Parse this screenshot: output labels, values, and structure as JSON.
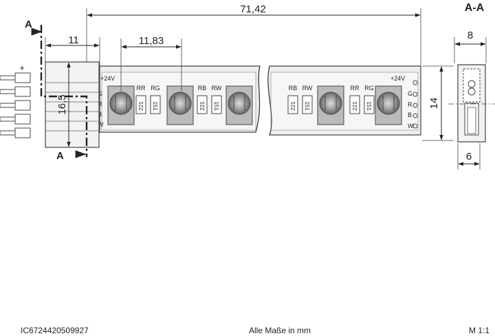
{
  "dimensions": {
    "total_length": "71,42",
    "connector_length": "11",
    "led_pitch": "11,83",
    "connector_height": "16,5",
    "strip_height": "14",
    "profile_width": "8",
    "profile_inner_width": "6"
  },
  "section": {
    "view_label": "A-A",
    "marker_label": "A"
  },
  "connector": {
    "polarity": "+"
  },
  "pads": {
    "left": [
      "G",
      "R",
      "B",
      "W"
    ],
    "right": [
      "G",
      "R",
      "B",
      "W"
    ],
    "voltage": "+24V"
  },
  "resistors": {
    "labels": [
      "RR",
      "RG",
      "RB",
      "RW",
      "RB",
      "RW",
      "RR",
      "RG"
    ],
    "values": [
      "221",
      "151"
    ]
  },
  "footer": {
    "article_number": "IC6724420509927",
    "units_note": "Alle Maße in mm",
    "scale": "M 1:1"
  }
}
